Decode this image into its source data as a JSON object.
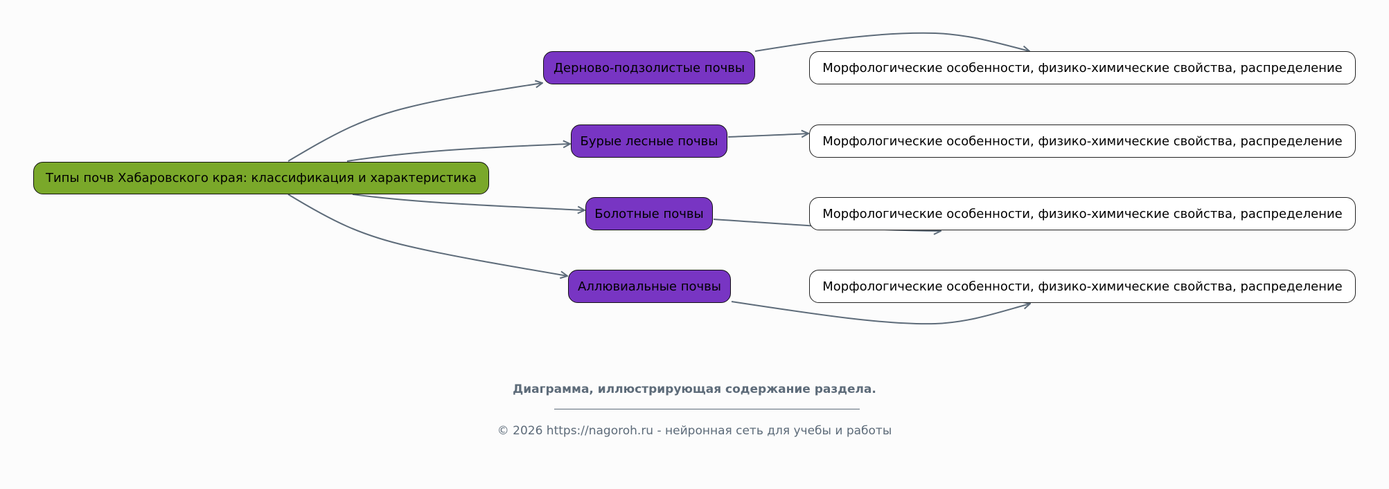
{
  "root": {
    "label": "Типы почв Хабаровского края: классификация и характеристика"
  },
  "categories": [
    {
      "label": "Дерново-подзолистые почвы",
      "detail": "Морфологические особенности, физико-химические свойства, распределение"
    },
    {
      "label": "Бурые лесные почвы",
      "detail": "Морфологические особенности, физико-химические свойства, распределение"
    },
    {
      "label": "Болотные почвы",
      "detail": "Морфологические особенности, физико-химические свойства, распределение"
    },
    {
      "label": "Аллювиальные почвы",
      "detail": "Морфологические особенности, физико-химические свойства, распределение"
    }
  ],
  "footer": {
    "caption": "Диаграмма, иллюстрирующая содержание раздела.",
    "copyright": "© 2026 https://nagoroh.ru - нейронная сеть для учебы и работы"
  },
  "colors": {
    "root": "#7aa82a",
    "category": "#7835c3",
    "edge": "#5d6b79"
  }
}
